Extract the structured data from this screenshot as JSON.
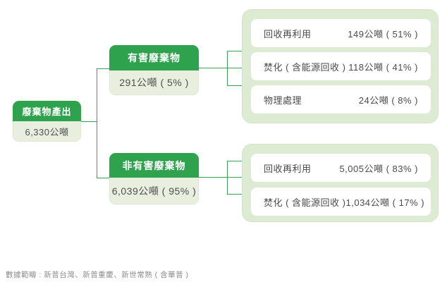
{
  "root": {
    "title": "廢棄物產出",
    "value": "6,330公噸"
  },
  "branches": [
    {
      "title": "有害廢棄物",
      "value": "291公噸 ( 5% )",
      "children": [
        {
          "label": "回收再利用",
          "value": "149公噸 ( 51% )"
        },
        {
          "label": "焚化 ( 含能源回收 )",
          "value": "118公噸 ( 41% )"
        },
        {
          "label": "物理處理",
          "value": "24公噸 ( 8% )"
        }
      ]
    },
    {
      "title": "非有害廢棄物",
      "value": "6,039公噸 ( 95% )",
      "children": [
        {
          "label": "回收再利用",
          "value": "5,005公噸 ( 83% )"
        },
        {
          "label": "焚化 ( 含能源回收 )",
          "value": "1,034公噸 ( 17% )"
        }
      ]
    }
  ],
  "footnote": "數據範疇 : 新普台灣、新普重慶、新世常熟 ( 含華普 )",
  "colors": {
    "header_green": "#2fa24e",
    "node_body_bg": "#e9efdf",
    "panel_bg": "#dcebd1",
    "row_bg": "#ffffff",
    "line_green": "#3aa054",
    "text_dark": "#4a4a4a",
    "footnote_gray": "#8c8c8c"
  }
}
